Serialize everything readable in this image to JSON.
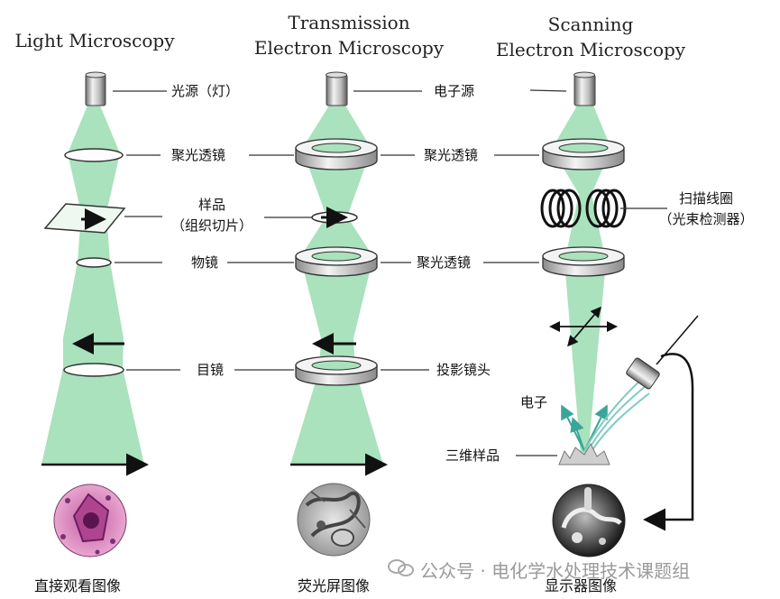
{
  "columns": {
    "light": {
      "title": "Light Microscopy",
      "labels": {
        "source": "光源（灯）",
        "condenser": "聚光透镜",
        "specimen_line1": "样品",
        "specimen_line2": "（组织切片）",
        "objective": "物镜",
        "eyepiece": "目镜"
      },
      "caption": "直接观看图像"
    },
    "tem": {
      "title_line1": "Transmission",
      "title_line2": "Electron Microscopy",
      "labels": {
        "source": "电子源",
        "condenser": "聚光透镜",
        "objective": "聚光透镜",
        "projector": "投影镜头"
      },
      "caption": "荧光屏图像"
    },
    "sem": {
      "title_line1": "Scanning",
      "title_line2": "Electron Microscopy",
      "labels": {
        "coils_line1": "扫描线圈",
        "coils_line2": "（光束检测器）",
        "electrons": "电子",
        "specimen": "三维样品"
      },
      "caption": "显示器图像"
    }
  },
  "watermark": "公众号 · 电化学水处理技术课题组",
  "colors": {
    "beam": "#a9e2bd",
    "beam_light": "#c8efd5",
    "arrow_teal": "#4fb3a8",
    "line": "#333333",
    "tissue_pink": "#d77ab8",
    "watermark": "#9a9a9a"
  }
}
